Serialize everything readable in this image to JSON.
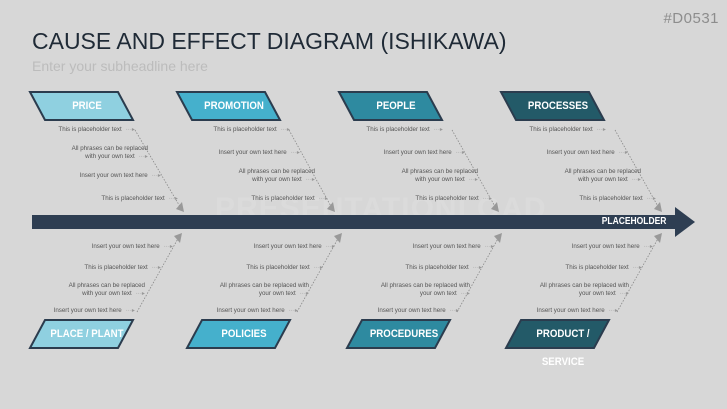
{
  "slide_code": "#D0531",
  "title": "CAUSE AND EFFECT DIAGRAM (ISHIKAWA)",
  "subheadline": "Enter your subheadline here",
  "watermark": "PRESENTATIONLOAD",
  "spine_label": "PLACEHOLDER",
  "colors": {
    "spine": "#2e3e52",
    "border": "#2b3c4e",
    "light": "#8fd0e0",
    "mid": "#45b0cc",
    "dark": "#2e8aa0",
    "darkest": "#235a68"
  },
  "arrow_glyph": "···▸",
  "top_categories": [
    {
      "label": "PRICE",
      "items": [
        "This is placeholder text",
        "All phrases can be replaced\nwith your own text",
        "Insert your own text here",
        "This is placeholder text"
      ]
    },
    {
      "label": "PROMOTION",
      "items": [
        "This is placeholder text",
        "Insert your own text here",
        "All phrases can be replaced\nwith your own text",
        "This is placeholder text"
      ]
    },
    {
      "label": "PEOPLE",
      "items": [
        "This is placeholder text",
        "Insert your own text here",
        "All phrases can be replaced\nwith your own text",
        "This is placeholder text"
      ]
    },
    {
      "label": "PROCESSES",
      "items": [
        "This is placeholder text",
        "Insert your own text here",
        "All phrases can be replaced\nwith your own text",
        "This is placeholder text"
      ]
    }
  ],
  "bottom_categories": [
    {
      "label": "PLACE / PLANT",
      "items": [
        "Insert your own text here",
        "This is placeholder text",
        "All phrases can be replaced\nwith your own text",
        "Insert your own text here"
      ]
    },
    {
      "label": "POLICIES",
      "items": [
        "Insert your own text here",
        "This is placeholder text",
        "All phrases can be replaced with\nyour own text",
        "Insert your own text here"
      ]
    },
    {
      "label": "PROCEDURES",
      "items": [
        "Insert your own text here",
        "This is placeholder text",
        "All phrases can be replaced with\nyour own text",
        "Insert your own text here"
      ]
    },
    {
      "label": "PRODUCT / SERVICE",
      "items": [
        "Insert your own text here",
        "This is placeholder text",
        "All phrases can be replaced with\nyour own text",
        "Insert your own text here"
      ]
    }
  ]
}
